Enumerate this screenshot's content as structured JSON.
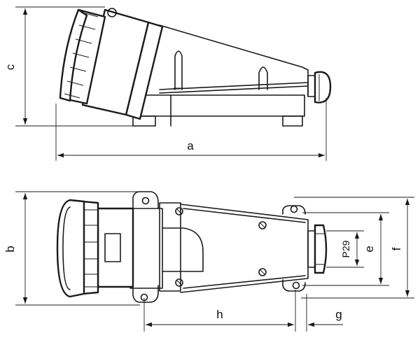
{
  "dimension_labels": {
    "a": "a",
    "b": "b",
    "c": "c",
    "e": "e",
    "f": "f",
    "g": "g",
    "h": "h",
    "p29": "P29"
  }
}
